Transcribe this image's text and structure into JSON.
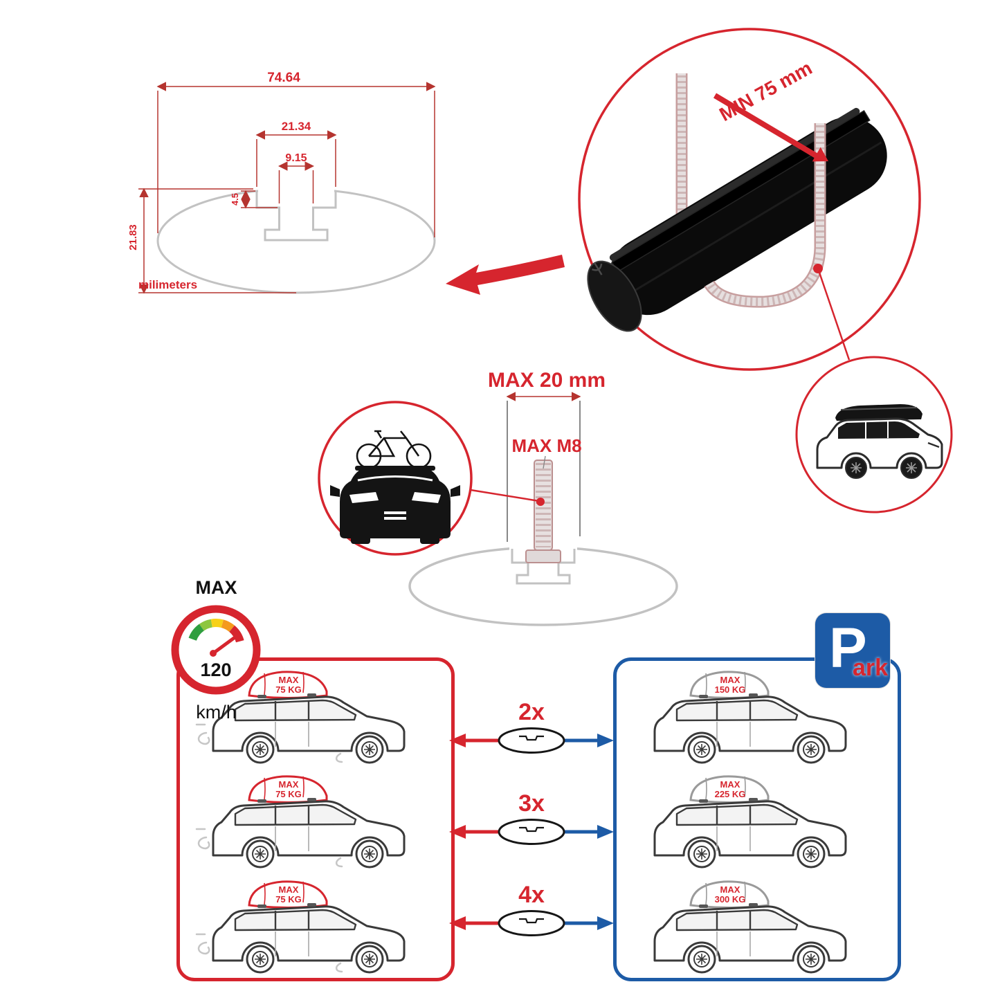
{
  "colors": {
    "red": "#d6252e",
    "dim_line": "#b5342f",
    "blue": "#1d5ba6",
    "gray_line": "#c2c2c2",
    "dark": "#111111",
    "bag_gray": "#9a9a9a",
    "gauge_green": "#2f9e3f",
    "gauge_lightgreen": "#8dc63f",
    "gauge_yellow": "#f7d117",
    "gauge_orange": "#f49a1d",
    "gauge_red": "#d6252e"
  },
  "cross_section": {
    "total_width": "74.64",
    "slot_outer_width": "21.34",
    "slot_inner_width": "9.15",
    "lip_depth": "4.5",
    "total_height": "21.83",
    "units": "milimeters"
  },
  "clamp_detail": {
    "min_span": "MIN 75 mm"
  },
  "bolt_detail": {
    "max_length": "MAX 20 mm",
    "max_thread": "MAX M8"
  },
  "speed_limit": {
    "label": "MAX",
    "value": "120",
    "unit": "km/h"
  },
  "panels": {
    "dynamic": {
      "cars": [
        {
          "cap_line1": "MAX",
          "cap_line2": "75 KG"
        },
        {
          "cap_line1": "MAX",
          "cap_line2": "75 KG"
        },
        {
          "cap_line1": "MAX",
          "cap_line2": "75 KG"
        }
      ]
    },
    "static": {
      "cars": [
        {
          "cap_line1": "MAX",
          "cap_line2": "150 KG"
        },
        {
          "cap_line1": "MAX",
          "cap_line2": "225 KG"
        },
        {
          "cap_line1": "MAX",
          "cap_line2": "300 KG"
        }
      ]
    }
  },
  "multipliers": [
    {
      "label": "2x"
    },
    {
      "label": "3x"
    },
    {
      "label": "4x"
    }
  ],
  "parking_sign": {
    "letter": "P",
    "suffix": "ark"
  }
}
